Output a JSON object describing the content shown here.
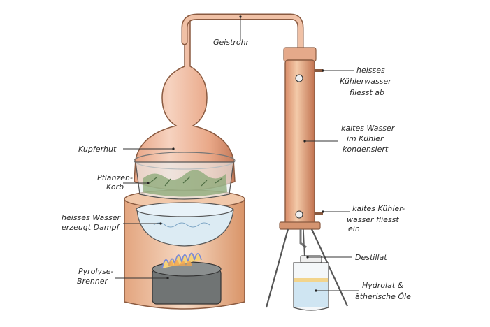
{
  "labels": {
    "geistrohr": [
      "Geistrohr"
    ],
    "kupferhut": [
      "Kupferhut"
    ],
    "pflanzenkorb": [
      "Pflanzen-",
      "Korb"
    ],
    "heisses_wasser": [
      "heisses Wasser",
      "erzeugt Dampf"
    ],
    "brenner": [
      "Pyrolyse-",
      "Brenner"
    ],
    "kuehlwasser_ab": [
      "heisses",
      "Kühlerwasser",
      "fliesst ab"
    ],
    "kondensiert": [
      "kaltes Wasser",
      "im Kühler",
      "kondensiert"
    ],
    "kuehlwasser_ein": [
      "kaltes Kühler-",
      "wasser fliesst",
      "ein"
    ],
    "destillat": [
      "Destillat"
    ],
    "hydrolat": [
      "Hydrolat &",
      "ätherische Öle"
    ]
  },
  "colors": {
    "copper_light": "#f3c7b1",
    "copper": "#e39a7a",
    "copper_dark": "#b86a4c",
    "pot_wall": "#efc6a8",
    "water": "#cfe5f2",
    "herbs": "#8aa876",
    "flame": "#7b8ad6",
    "burner": "#6f7272",
    "ink": "#2a2a2a"
  }
}
